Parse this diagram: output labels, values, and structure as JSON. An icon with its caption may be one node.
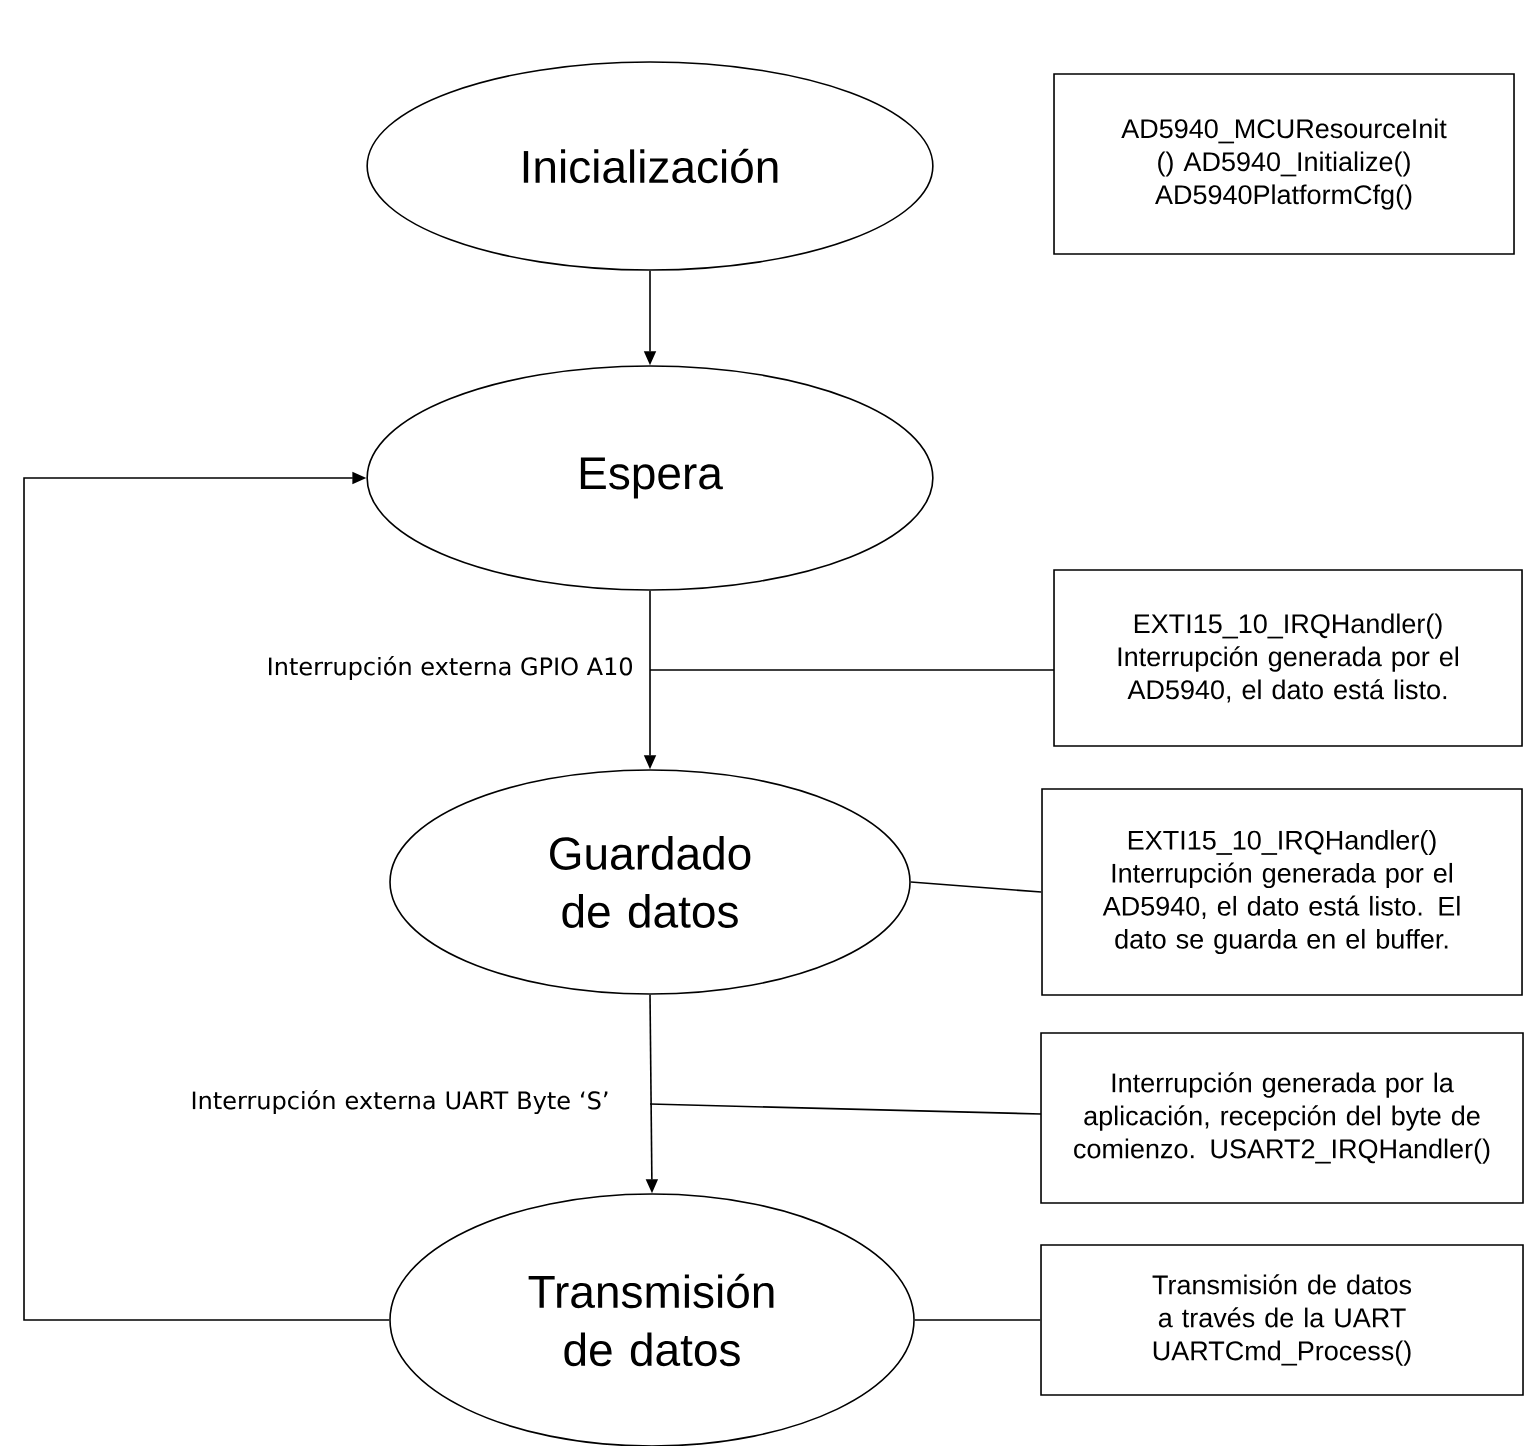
{
  "diagram": {
    "nodes": [
      {
        "text": [
          "Inicialización"
        ]
      },
      {
        "text": [
          "Espera"
        ]
      },
      {
        "text": [
          "Guardado de datos"
        ]
      },
      {
        "text": [
          "Transmisión de datos"
        ]
      },
      {
        "text": [
          "AD5940_MCUResourceInit () AD5940_Initialize() AD5940PlatformCfg()"
        ]
      },
      {
        "text": [
          "EXTI15_10_IRQHandler() Interrupción generada por el AD5940, el dato está listo."
        ]
      },
      {
        "text": [
          "EXTI15_10_IRQHandler() Interrupción generada por el AD5940, el dato está listo. El dato se guarda en el buffer."
        ]
      },
      {
        "text": [
          "Interrupción generada por la aplicación, recepción del byte de comienzo. USART2_IRQHandler()"
        ]
      },
      {
        "text": [
          "Transmisión de datos a través de la UART UARTCmd_Process()"
        ]
      }
    ],
    "edges": [
      {
        "from": 0,
        "to": 1,
        "arrow": "to"
      },
      {
        "from": 1,
        "to": 2,
        "arrow": "to",
        "label": "Interrupción externa GPIO A10"
      },
      {
        "from": 2,
        "to": 3,
        "arrow": "to",
        "label": "Interrupción externa UART Byte ‘S’"
      },
      {
        "from": 3,
        "to": 1,
        "arrow": "to"
      },
      {
        "from": 5,
        "to": null,
        "arrow": "none"
      },
      {
        "from": 2,
        "to": 6,
        "arrow": "none"
      },
      {
        "from": 7,
        "to": null,
        "arrow": "none"
      },
      {
        "from": 3,
        "to": 8,
        "arrow": "none"
      }
    ]
  }
}
